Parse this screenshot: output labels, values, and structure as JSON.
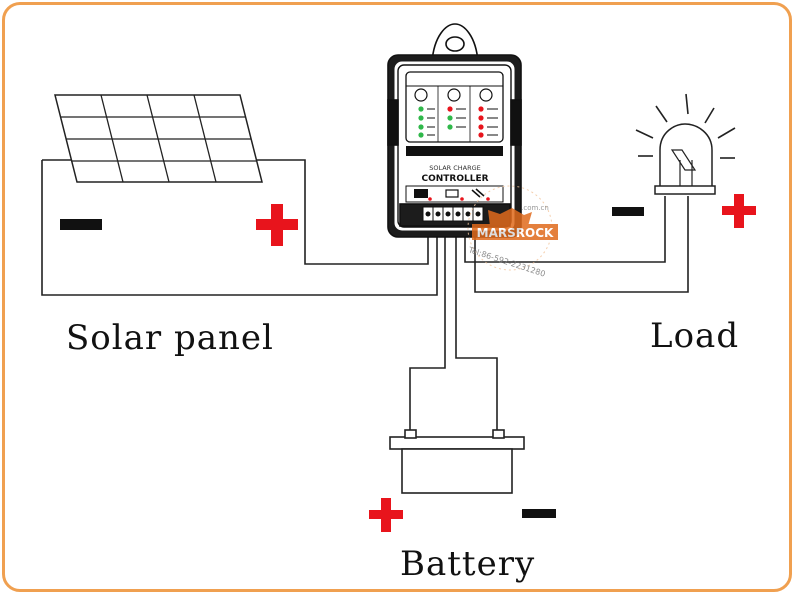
{
  "labels": {
    "solar_panel": "Solar panel",
    "load": "Load",
    "battery": "Battery"
  },
  "controller": {
    "line1": "SOLAR CHARGE",
    "line2": "CONTROLLER"
  },
  "watermark": {
    "brand": "MARSROCK",
    "domain": ".com.cn",
    "phone": "Tel:86-592-2231280"
  },
  "colors": {
    "frame": "#f0a050",
    "plus": "#e8141c",
    "minus": "#111111",
    "wire": "#222222",
    "led_red": "#e8141c",
    "led_green": "#2fb84a",
    "logo": "#e06a1c"
  }
}
